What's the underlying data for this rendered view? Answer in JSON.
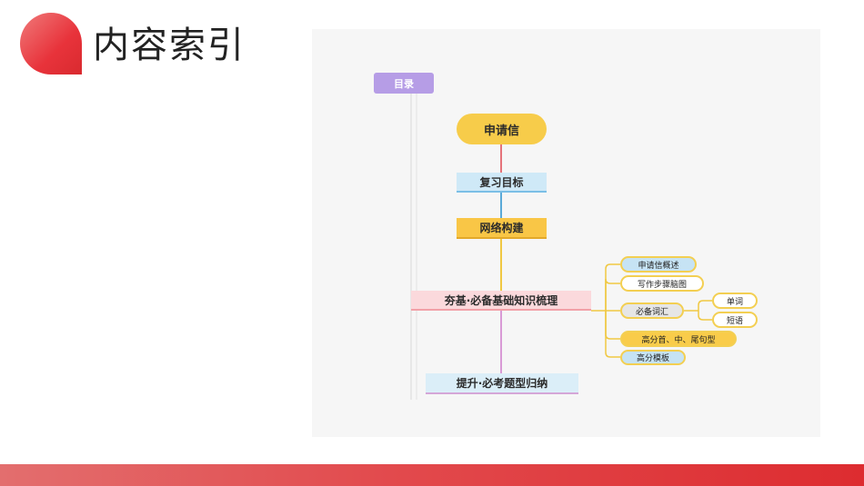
{
  "header": {
    "title": "内容索引"
  },
  "diagram": {
    "toc": "目录",
    "main": [
      "申请信",
      "复习目标",
      "网络构建",
      "夯基·必备基础知识梳理",
      "提升·必考题型归纳"
    ],
    "branches": [
      "申请信概述",
      "写作步骤脑图",
      "必备词汇",
      "高分首、中、尾句型",
      "高分模板"
    ],
    "vocab_sub": [
      "单词",
      "短语"
    ]
  }
}
